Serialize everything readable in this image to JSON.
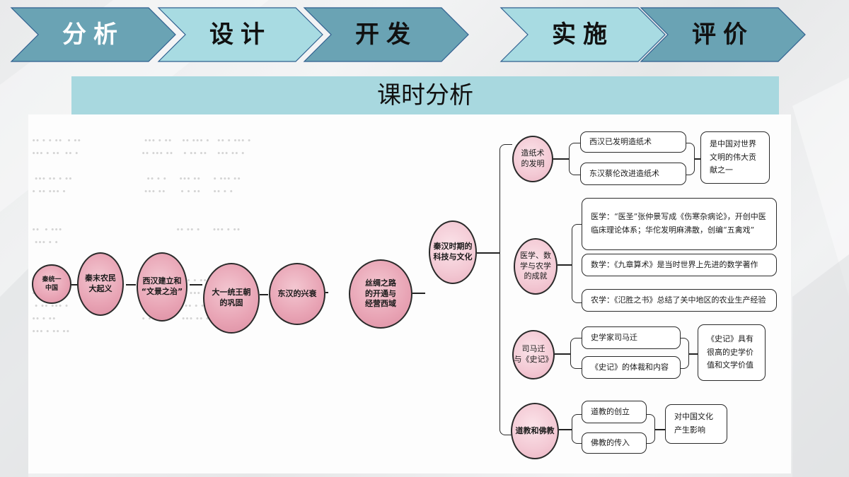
{
  "steps": [
    {
      "label": "分析",
      "fill": "#6aa3b4",
      "text_color": "#ffffff",
      "active": true
    },
    {
      "label": "设计",
      "fill": "#a8dbe2",
      "text_color": "#111111",
      "active": false
    },
    {
      "label": "开发",
      "fill": "#6aa3b4",
      "text_color": "#111111",
      "active": false
    },
    {
      "label": "实施",
      "fill": "#a8dbe2",
      "text_color": "#111111",
      "active": false
    },
    {
      "label": "评价",
      "fill": "#6aa3b4",
      "text_color": "#111111",
      "active": false
    }
  ],
  "title": "课时分析",
  "timeline": {
    "nodes": [
      "秦统一\n中国",
      "秦末农民\n大起义",
      "西汉建立和\n“文景之治”",
      "大一统王朝\n的巩固",
      "东汉的兴衰",
      "丝绸之路\n的开通与\n经营西域"
    ]
  },
  "mindmap": {
    "root": "秦汉时期的\n科技与文化",
    "branches": [
      {
        "label": "造纸术\n的发明",
        "items": [
          "西汉已发明造纸术",
          "东汉蔡伦改进造纸术"
        ],
        "conclusion": "是中国对世界文明的伟大贡献之一"
      },
      {
        "label": "医学、数\n学与农学\n的成就",
        "items": [
          "医学：“医圣”张仲景写成《伤寒杂病论》，开创中医临床理论体系；华佗发明麻沸散，创编“五禽戏”",
          "数学：《九章算术》是当时世界上先进的数学著作",
          "农学：《氾胜之书》总结了关中地区的农业生产经验"
        ]
      },
      {
        "label": "司马迁\n与《史记》",
        "items": [
          "史学家司马迁",
          "《史记》的体裁和内容"
        ],
        "conclusion": "《史记》具有很高的史学价值和文学价值"
      },
      {
        "label": "道教和佛教",
        "items": [
          "道教的创立",
          "佛教的传入"
        ],
        "conclusion": "对中国文化产生影响"
      }
    ]
  },
  "colors": {
    "chevron_dark": "#6aa3b4",
    "chevron_light": "#a8dbe2",
    "title_band": "#a8d8df",
    "node_pink": "#e8a3b4"
  }
}
